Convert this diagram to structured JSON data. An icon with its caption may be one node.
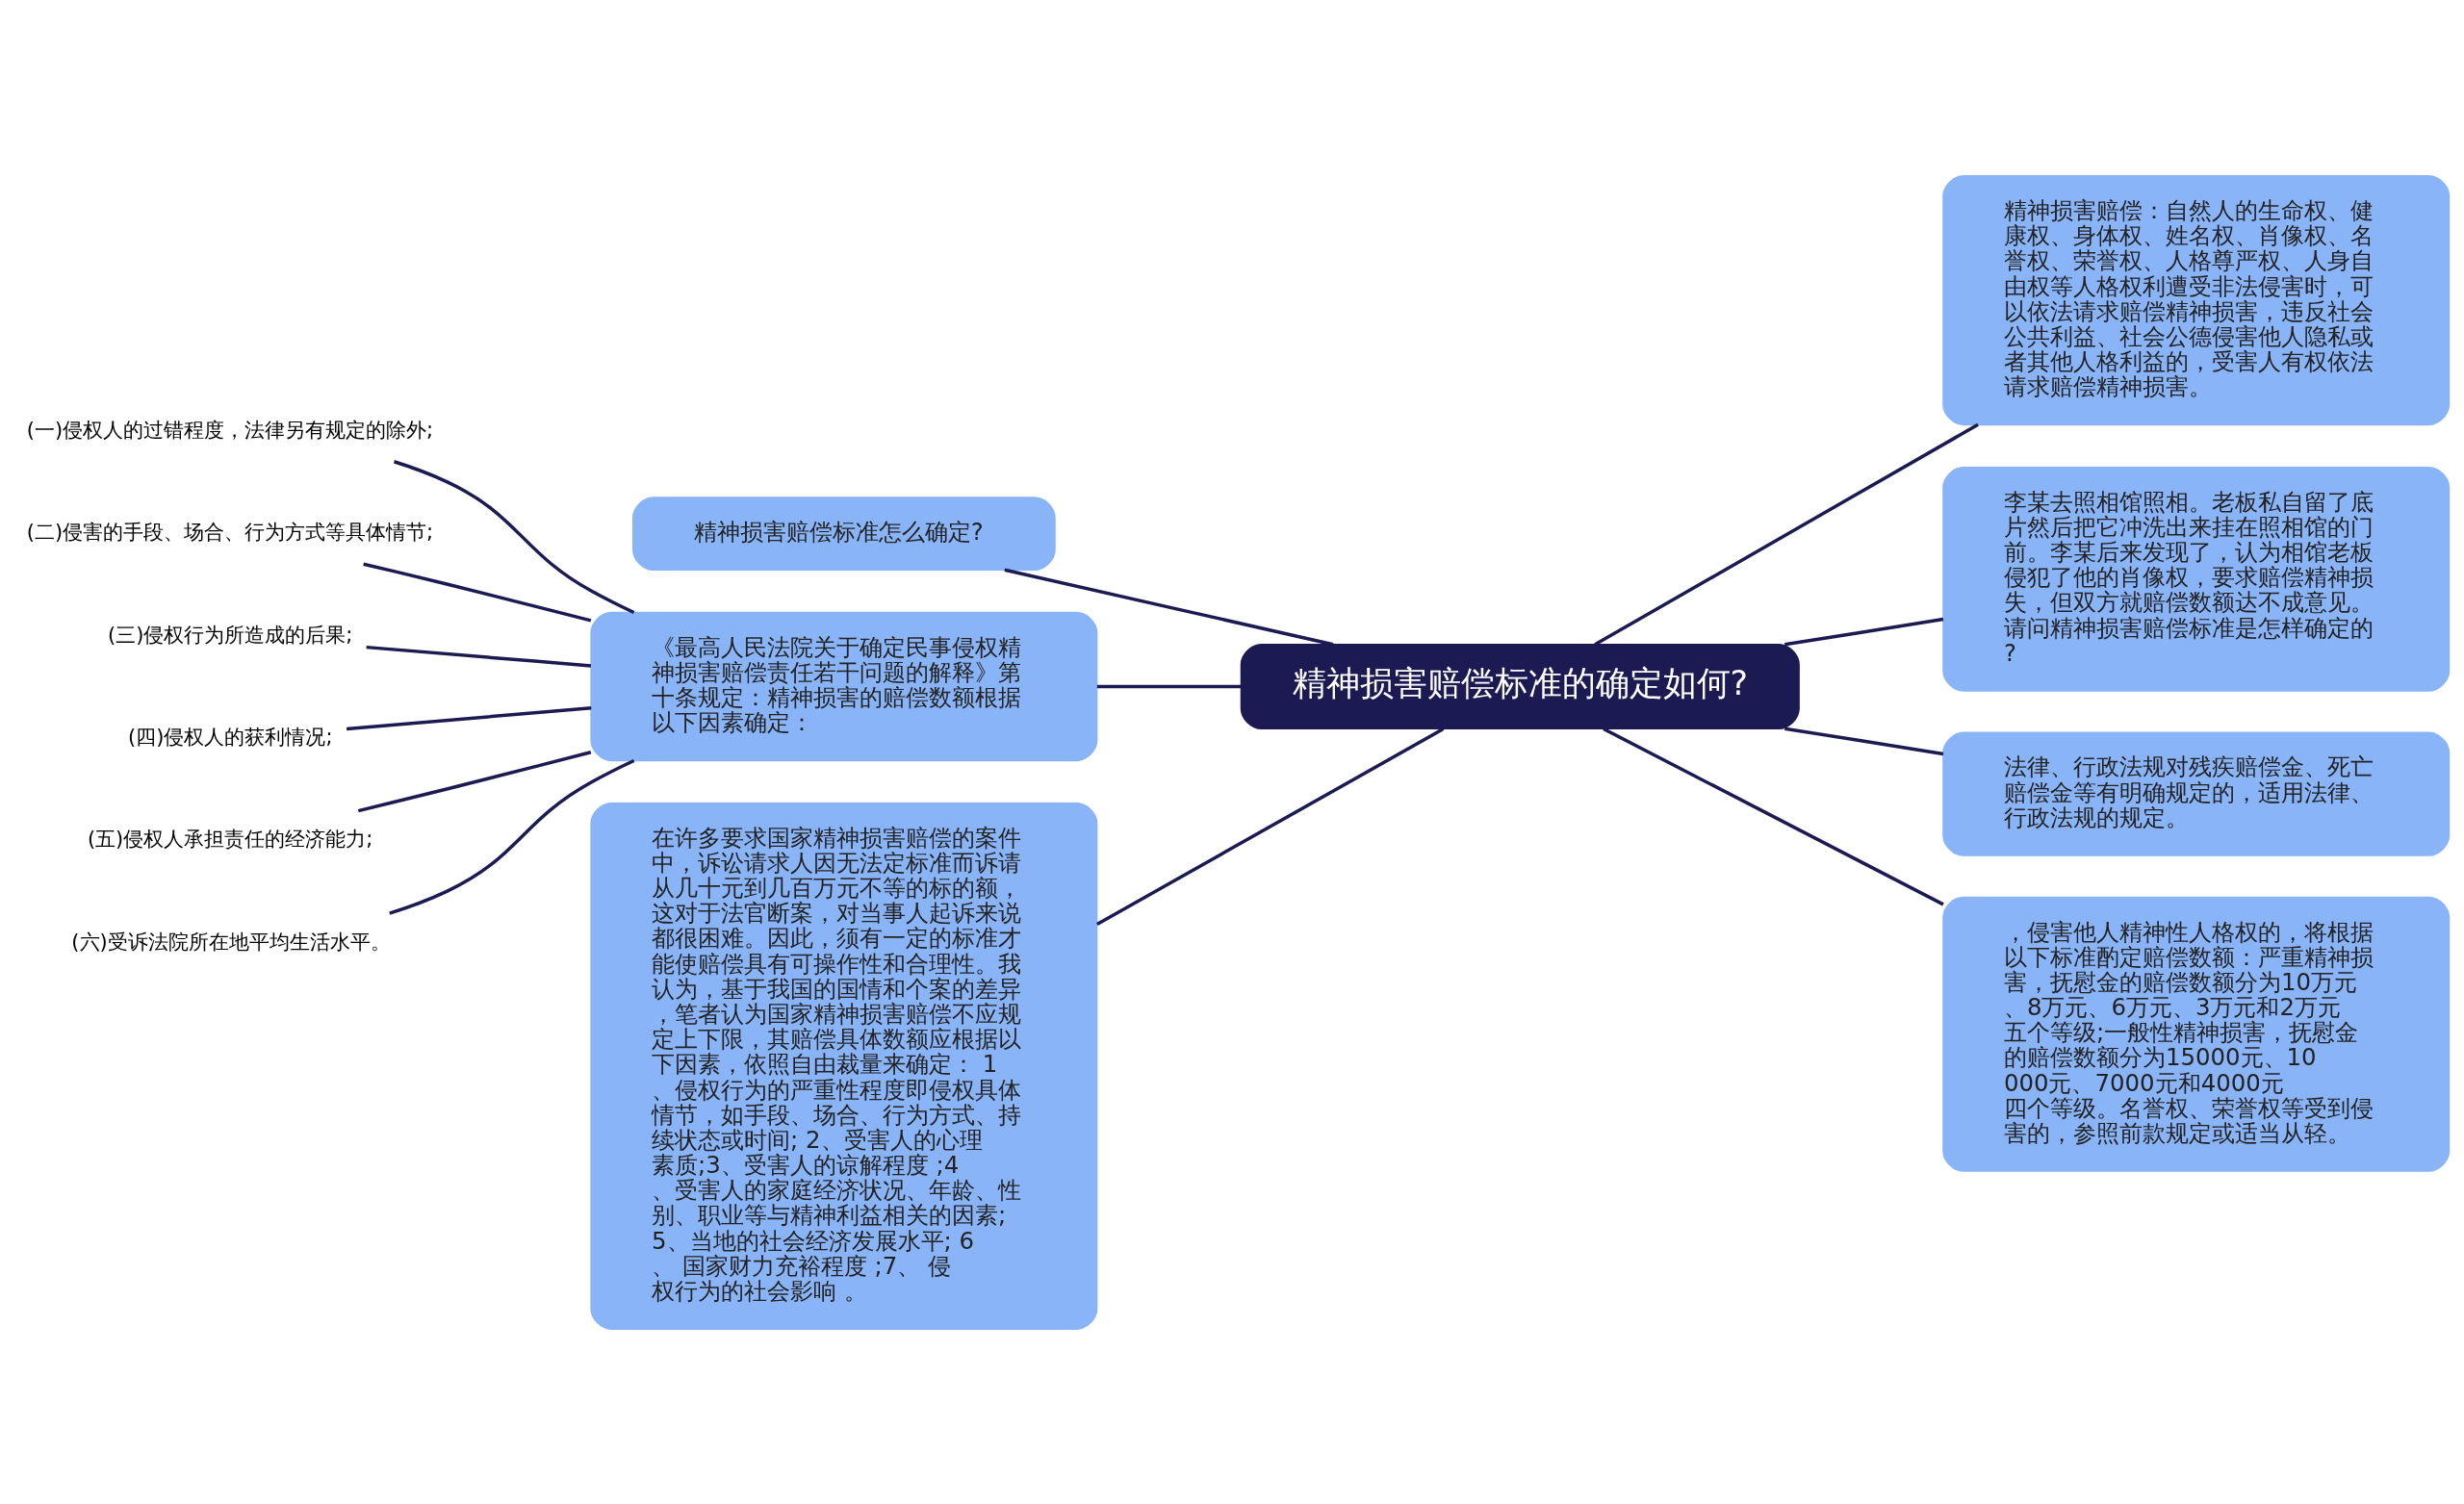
{
  "diagram": {
    "nodes": [
      {
        "text": [
          "精神损害赔偿标准的确定如何?"
        ]
      },
      {
        "text": [
          "精神损害赔偿标准怎么确定?"
        ]
      },
      {
        "text": [
          "《最高人民法院关于确定民事侵权精神损害赔偿责任若干问题的解释》第十条规定：精神损害的赔偿数额根据以下因素确定："
        ]
      },
      {
        "text": [
          "(一)侵权人的过错程度，法律另有规定的除外;"
        ]
      },
      {
        "text": [
          "(二)侵害的手段、场合、行为方式等具体情节;"
        ]
      },
      {
        "text": [
          "(三)侵权行为所造成的后果;"
        ]
      },
      {
        "text": [
          "(四)侵权人的获利情况;"
        ]
      },
      {
        "text": [
          "(五)侵权人承担责任的经济能力;"
        ]
      },
      {
        "text": [
          "(六)受诉法院所在地平均生活水平。"
        ]
      },
      {
        "text": [
          "在许多要求国家精神损害赔偿的案件中，诉讼请求人因无法定标准而诉请从几十元到几百万元不等的标的额，这对于法官断案，对当事人起诉来说都很困难。因此，须有一定的标准才能使赔偿具有可操作性和合理性。我认为，基于我国的国情和个案的差异，笔者认为国家精神损害赔偿不应规定上下限，其赔偿具体数额应根据以下因素，依照自由裁量来确定： 1、侵权行为的严重性程度即侵权具体情节，如手段、场合、行为方式、持续状态或时间; 2、受害人的心理素质;3、受害人的谅解程度 ;4、受害人的家庭经济状况、年龄、性别、职业等与精神利益相关的因素;5、当地的社会经济发展水平; 6、 国家财力充裕程度 ;7、 侵权行为的社会影响 。"
        ]
      },
      {
        "text": [
          "精神损害赔偿：自然人的生命权、健康权、身体权、姓名权、肖像权、名誉权、荣誉权、人格尊严权、人身自由权等人格权利遭受非法侵害时，可以依法请求赔偿精神损害，违反社会公共利益、社会公德侵害他人隐私或者其他人格利益的，受害人有权依法请求赔偿精神损害。"
        ]
      },
      {
        "text": [
          "李某去照相馆照相。老板私自留了底片然后把它冲洗出来挂在照相馆的门前。李某后来发现了，认为相馆老板侵犯了他的肖像权，要求赔偿精神损失，但双方就赔偿数额达不成意见。请问精神损害赔偿标准是怎样确定的?"
        ]
      },
      {
        "text": [
          "法律、行政法规对残疾赔偿金、死亡赔偿金等有明确规定的，适用法律、行政法规的规定。"
        ]
      },
      {
        "text": [
          "，侵害他人精神性人格权的，将根据以下标准酌定赔偿数额：严重精神损害，抚慰金的赔偿数额分为10万元、8万元、6万元、3万元和2万元五个等级;一般性精神损害，抚慰金的赔偿数额分为15000元、10000元、7000元和4000元四个等级。名誉权、荣誉权等受到侵害的，参照前款规定或适当从轻。"
        ]
      }
    ],
    "edges": [
      {
        "from": 0,
        "to": 1,
        "arrow": "none"
      },
      {
        "from": 0,
        "to": 2,
        "arrow": "none"
      },
      {
        "from": 2,
        "to": 3,
        "arrow": "none"
      },
      {
        "from": 2,
        "to": 4,
        "arrow": "none"
      },
      {
        "from": 2,
        "to": 5,
        "arrow": "none"
      },
      {
        "from": 2,
        "to": 6,
        "arrow": "none"
      },
      {
        "from": 2,
        "to": 7,
        "arrow": "none"
      },
      {
        "from": 2,
        "to": 8,
        "arrow": "none"
      },
      {
        "from": 0,
        "to": 9,
        "arrow": "none"
      },
      {
        "from": 0,
        "to": 10,
        "arrow": "none"
      },
      {
        "from": 0,
        "to": 11,
        "arrow": "none"
      },
      {
        "from": 0,
        "to": 12,
        "arrow": "none"
      },
      {
        "from": 0,
        "to": 13,
        "arrow": "none"
      }
    ]
  }
}
